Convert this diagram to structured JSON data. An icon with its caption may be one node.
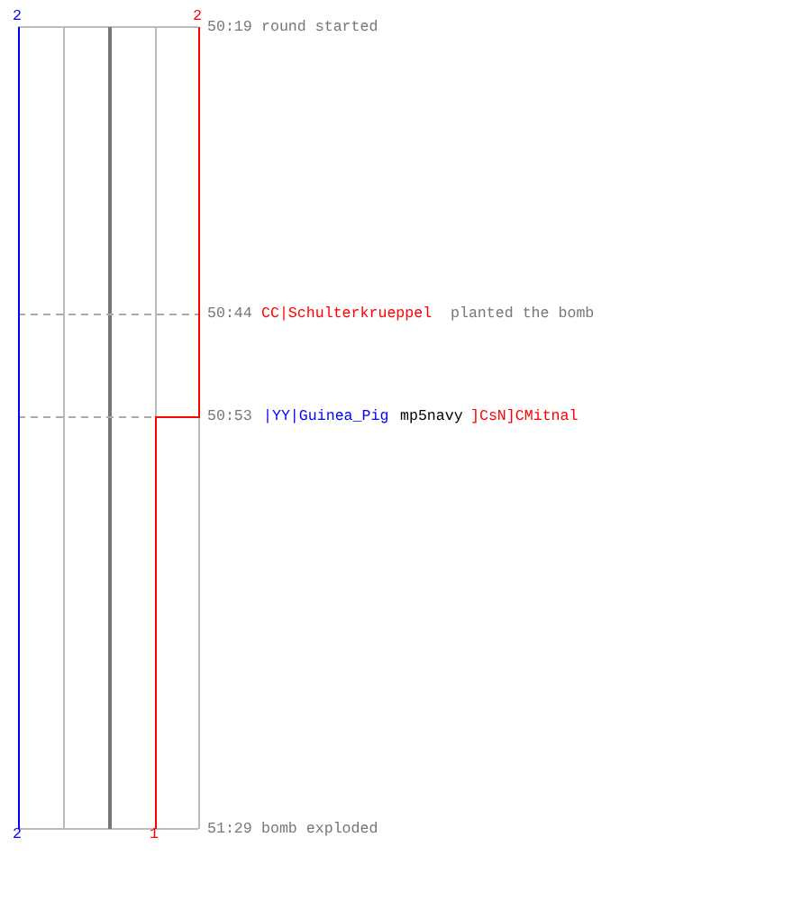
{
  "diagram": {
    "labels": [
      "2",
      "2",
      "50:19",
      "round started",
      "50:44",
      "CC|Schulterkrueppel",
      "planted the bomb",
      "50:53",
      "|YY|Guinea_Pig",
      "mp5navy",
      "]CsN]CMitnal",
      "51:29",
      "bomb exploded",
      "2",
      "1"
    ]
  }
}
